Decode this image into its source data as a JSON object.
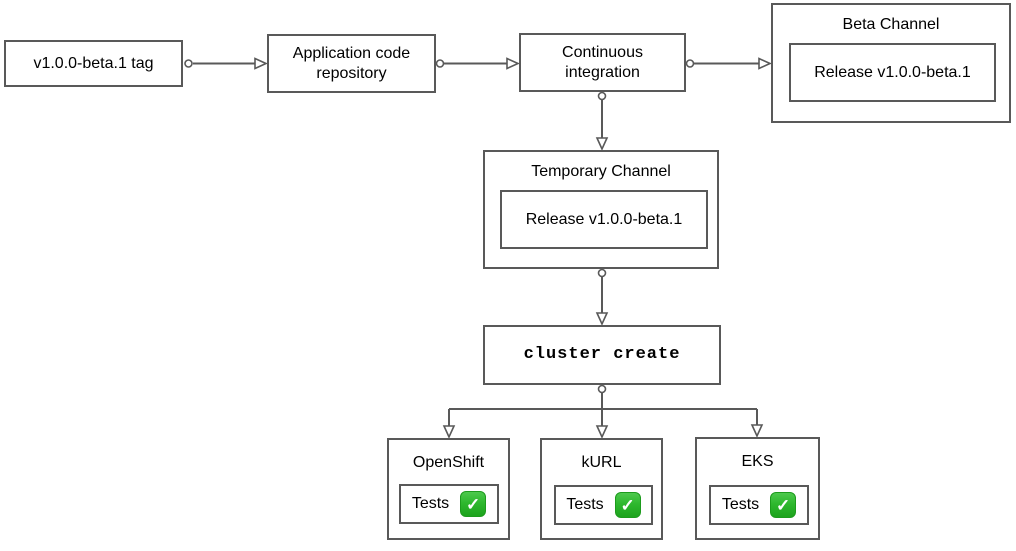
{
  "diagram": {
    "type": "flowchart",
    "background_color": "#ffffff",
    "stroke_color": "#595959",
    "text_color": "#000000",
    "check_green_color": "#2eb82e",
    "nodes": {
      "tag": {
        "label": "v1.0.0-beta.1 tag"
      },
      "repo": {
        "label": "Application code repository"
      },
      "ci": {
        "label": "Continuous integration"
      },
      "beta_channel": {
        "title": "Beta Channel",
        "release_label": "Release v1.0.0-beta.1"
      },
      "temporary_channel": {
        "title": "Temporary Channel",
        "release_label": "Release v1.0.0-beta.1"
      },
      "cluster_create": {
        "label": "cluster create"
      },
      "openshift": {
        "title": "OpenShift",
        "tests_label": "Tests",
        "check_glyph": "✓"
      },
      "kurl": {
        "title": "kURL",
        "tests_label": "Tests",
        "check_glyph": "✓"
      },
      "eks": {
        "title": "EKS",
        "tests_label": "Tests",
        "check_glyph": "✓"
      }
    },
    "edges": [
      "tag -> repo",
      "repo -> ci",
      "ci -> beta_channel",
      "ci -> temporary_channel",
      "temporary_channel -> cluster_create",
      "cluster_create -> openshift",
      "cluster_create -> kurl",
      "cluster_create -> eks"
    ]
  }
}
